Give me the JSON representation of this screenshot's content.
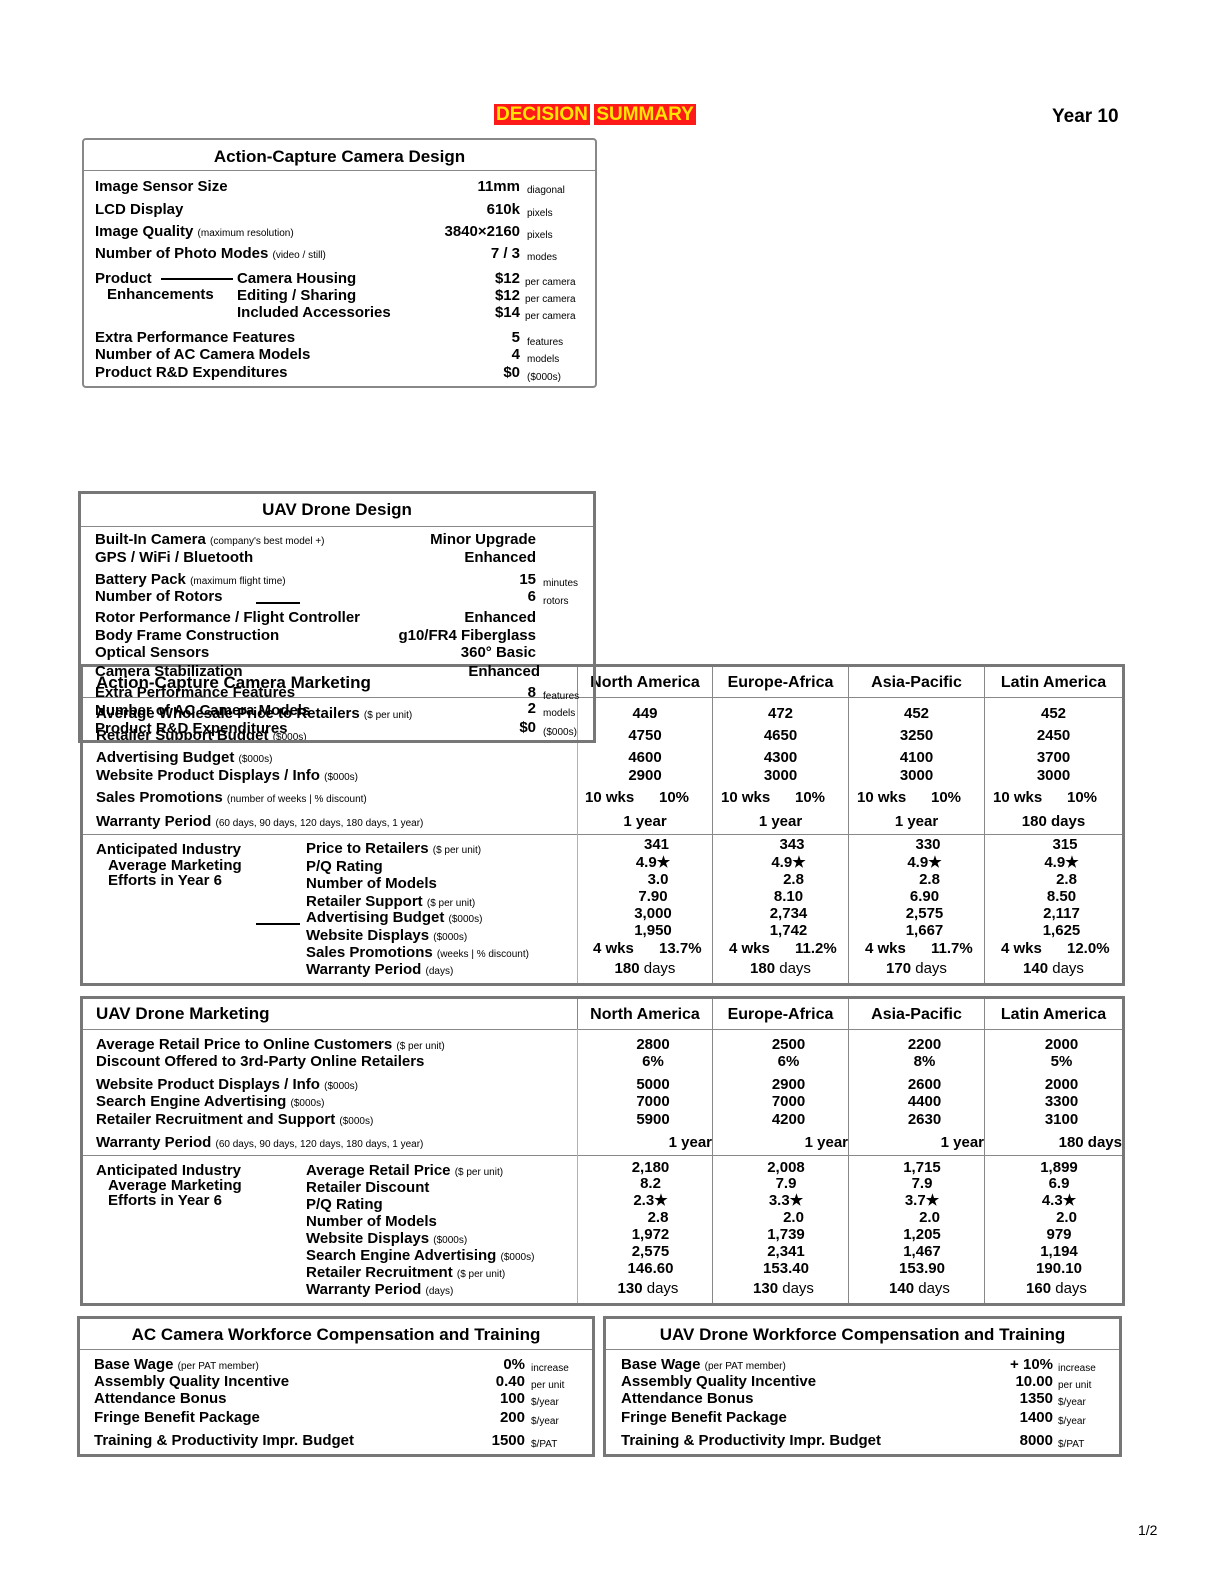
{
  "header": {
    "title_word1": "DECISION",
    "title_word2": "SUMMARY",
    "year": "Year 10"
  },
  "ac_design": {
    "title": "Action-Capture Camera Design",
    "image_sensor": {
      "label": "Image Sensor Size",
      "value": "11mm",
      "unit": "diagonal"
    },
    "lcd": {
      "label": "LCD Display",
      "value": "610k",
      "unit": "pixels"
    },
    "image_quality": {
      "label": "Image Quality",
      "note": "(maximum resolution)",
      "value": "3840×2160",
      "unit": "pixels"
    },
    "photo_modes": {
      "label": "Number of Photo Modes",
      "note": "(video / still)",
      "value": "7 / 3",
      "unit": "modes"
    },
    "enh_label1": "Product",
    "enh_label2": "Enhancements",
    "enh": [
      {
        "label": "Camera Housing",
        "value": "$12",
        "unit": "per camera"
      },
      {
        "label": "Editing / Sharing",
        "value": "$12",
        "unit": "per camera"
      },
      {
        "label": "Included Accessories",
        "value": "$14",
        "unit": "per camera"
      }
    ],
    "extra": {
      "label": "Extra Performance Features",
      "value": "5",
      "unit": "features"
    },
    "models": {
      "label": "Number of AC Camera Models",
      "value": "4",
      "unit": "models"
    },
    "rd": {
      "label": "Product R&D Expenditures",
      "value": "$0",
      "unit": "($000s)"
    }
  },
  "uav_design": {
    "title": "UAV Drone Design",
    "camera": {
      "label": "Built-In Camera",
      "note": "(company's best model +)",
      "value": "Minor Upgrade"
    },
    "gps": {
      "label": "GPS / WiFi / Bluetooth",
      "value": "Enhanced"
    },
    "battery": {
      "label": "Battery Pack",
      "note": "(maximum flight time)",
      "value": "15",
      "unit": "minutes"
    },
    "rotors": {
      "label": "Number of Rotors",
      "value": "6",
      "unit": "rotors"
    },
    "rotor_perf": {
      "label": "Rotor Performance / Flight Controller",
      "value": "Enhanced"
    },
    "body": {
      "label": "Body Frame Construction",
      "value": "g10/FR4 Fiberglass"
    },
    "optical": {
      "label": "Optical Sensors",
      "value": "360° Basic"
    },
    "stabilization": {
      "label": "Camera Stabilization",
      "value": "Enhanced"
    },
    "extra": {
      "label": "Extra Performance Features",
      "value": "8",
      "unit": "features"
    },
    "models": {
      "label": "Number of AC Camera Models",
      "value": "2",
      "unit": "models"
    },
    "rd": {
      "label": "Product R&D Expenditures",
      "value": "$0",
      "unit": "($000s)"
    }
  },
  "regions": [
    "North America",
    "Europe-Africa",
    "Asia-Pacific",
    "Latin America"
  ],
  "ac_marketing": {
    "title": "Action-Capture Camera Marketing",
    "rows": [
      {
        "label": "Average Wholesale Price to Retailers",
        "note": "($ per unit)",
        "values": [
          "449",
          "472",
          "452",
          "452"
        ]
      },
      {
        "label": "Retailer Support Budget",
        "note": "($000s)",
        "values": [
          "4750",
          "4650",
          "3250",
          "2450"
        ]
      },
      {
        "label": "Advertising Budget",
        "note": "($000s)",
        "values": [
          "4600",
          "4300",
          "4100",
          "3700"
        ]
      },
      {
        "label": "Website Product Displays / Info",
        "note": "($000s)",
        "values": [
          "2900",
          "3000",
          "3000",
          "3000"
        ]
      }
    ],
    "promo": {
      "label": "Sales Promotions",
      "note": "(number of weeks | % discount)",
      "weeks": [
        "10 wks",
        "10 wks",
        "10 wks",
        "10 wks"
      ],
      "pct": [
        "10%",
        "10%",
        "10%",
        "10%"
      ]
    },
    "warranty": {
      "label": "Warranty Period",
      "note": "(60 days, 90 days, 120 days, 180 days, 1 year)",
      "values": [
        "1 year",
        "1 year",
        "1 year",
        "180 days"
      ]
    },
    "ind_label1": "Anticipated Industry",
    "ind_label2": "Average Marketing",
    "ind_label3": "Efforts in Year 6",
    "industry": [
      {
        "label": "Price to Retailers",
        "note": "($ per unit)",
        "values": [
          "341",
          "343",
          "330",
          "315"
        ]
      },
      {
        "label": "P/Q Rating",
        "values": [
          "4.9★",
          "4.9★",
          "4.9★",
          "4.9★"
        ]
      },
      {
        "label": "Number of Models",
        "values": [
          "3.0",
          "2.8",
          "2.8",
          "2.8"
        ]
      },
      {
        "label": "Retailer Support",
        "note": "($ per unit)",
        "values": [
          "7.90",
          "8.10",
          "6.90",
          "8.50"
        ]
      },
      {
        "label": "Advertising Budget",
        "note": "($000s)",
        "values": [
          "3,000",
          "2,734",
          "2,575",
          "2,117"
        ]
      },
      {
        "label": "Website Displays",
        "note": "($000s)",
        "values": [
          "1,950",
          "1,742",
          "1,667",
          "1,625"
        ]
      }
    ],
    "ind_promo": {
      "label": "Sales Promotions",
      "note": "(weeks | % discount)",
      "weeks": [
        "4 wks",
        "4 wks",
        "4 wks",
        "4 wks"
      ],
      "pct": [
        "13.7%",
        "11.2%",
        "11.7%",
        "12.0%"
      ]
    },
    "ind_warranty": {
      "label": "Warranty Period",
      "note": "(days)",
      "values": [
        "180",
        "180",
        "170",
        "140"
      ],
      "unit": "days"
    }
  },
  "uav_marketing": {
    "title": "UAV Drone Marketing",
    "rows": [
      {
        "label": "Average Retail Price to Online Customers",
        "note": "($ per unit)",
        "values": [
          "2800",
          "2500",
          "2200",
          "2000"
        ]
      },
      {
        "label": "Discount Offered to 3rd-Party Online Retailers",
        "values": [
          "6%",
          "6%",
          "8%",
          "5%"
        ]
      },
      {
        "label": "Website Product Displays / Info",
        "note": "($000s)",
        "values": [
          "5000",
          "2900",
          "2600",
          "2000"
        ]
      },
      {
        "label": "Search Engine Advertising",
        "note": "($000s)",
        "values": [
          "7000",
          "7000",
          "4400",
          "3300"
        ]
      },
      {
        "label": "Retailer Recruitment and Support",
        "note": "($000s)",
        "values": [
          "5900",
          "4200",
          "2630",
          "3100"
        ]
      }
    ],
    "warranty": {
      "label": "Warranty Period",
      "note": "(60 days, 90 days, 120 days, 180 days, 1 year)",
      "values": [
        "1 year",
        "1 year",
        "1 year",
        "180 days"
      ]
    },
    "ind_label1": "Anticipated Industry",
    "ind_label2": "Average Marketing",
    "ind_label3": "Efforts in Year 6",
    "industry": [
      {
        "label": "Average Retail Price",
        "note": "($ per unit)",
        "values": [
          "2,180",
          "2,008",
          "1,715",
          "1,899"
        ]
      },
      {
        "label": "Retailer Discount",
        "values": [
          "8.2",
          "7.9",
          "7.9",
          "6.9"
        ]
      },
      {
        "label": "P/Q Rating",
        "values": [
          "2.3★",
          "3.3★",
          "3.7★",
          "4.3★"
        ]
      },
      {
        "label": "Number of Models",
        "values": [
          "2.8",
          "2.0",
          "2.0",
          "2.0"
        ]
      },
      {
        "label": "Website Displays",
        "note": "($000s)",
        "values": [
          "1,972",
          "1,739",
          "1,205",
          "979"
        ]
      },
      {
        "label": "Search Engine Advertising",
        "note": "($000s)",
        "values": [
          "2,575",
          "2,341",
          "1,467",
          "1,194"
        ]
      },
      {
        "label": "Retailer Recruitment",
        "note": "($ per unit)",
        "values": [
          "146.60",
          "153.40",
          "153.90",
          "190.10"
        ]
      }
    ],
    "ind_warranty": {
      "label": "Warranty Period",
      "note": "(days)",
      "values": [
        "130",
        "130",
        "140",
        "160"
      ],
      "unit": "days"
    }
  },
  "ac_workforce": {
    "title": "AC Camera Workforce Compensation and Training",
    "rows": [
      {
        "label": "Base Wage",
        "note": "(per PAT member)",
        "value": "0%",
        "unit": "increase"
      },
      {
        "label": "Assembly Quality Incentive",
        "value": "0.40",
        "unit": "per unit"
      },
      {
        "label": "Attendance Bonus",
        "value": "100",
        "unit": "$/year"
      },
      {
        "label": "Fringe Benefit Package",
        "value": "200",
        "unit": "$/year"
      },
      {
        "label": "Training & Productivity Impr. Budget",
        "value": "1500",
        "unit": "$/PAT"
      }
    ]
  },
  "uav_workforce": {
    "title": "UAV Drone Workforce Compensation and Training",
    "rows": [
      {
        "label": "Base Wage",
        "note": "(per PAT member)",
        "value": "+ 10%",
        "unit": "increase"
      },
      {
        "label": "Assembly Quality Incentive",
        "value": "10.00",
        "unit": "per unit"
      },
      {
        "label": "Attendance Bonus",
        "value": "1350",
        "unit": "$/year"
      },
      {
        "label": "Fringe Benefit Package",
        "value": "1400",
        "unit": "$/year"
      },
      {
        "label": "Training & Productivity Impr. Budget",
        "value": "8000",
        "unit": "$/PAT"
      }
    ]
  },
  "footer": {
    "page": "1/2"
  }
}
